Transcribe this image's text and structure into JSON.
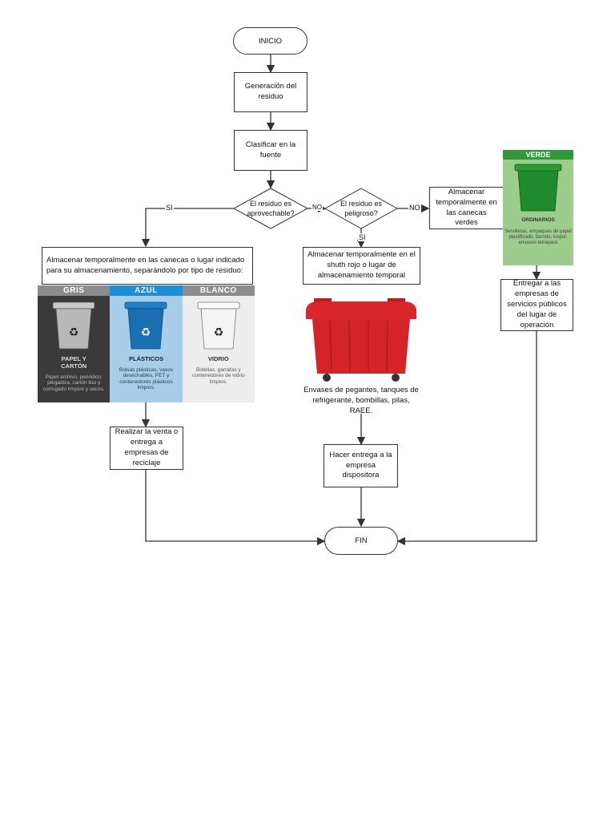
{
  "nodes": {
    "inicio": "INICIO",
    "generacion": "Generación del residuo",
    "clasificar": "Clasificar en la fuente",
    "aprovechable": "El residuo es aprovechable?",
    "peligroso": "El residuo es peligroso?",
    "almacenar_verdes": "Almacenar temporalmente en las canecas verdes",
    "almacenar_separando": "Almacenar temporalmente en las canecas o lugar indicado para su almacenamiento, separándolo por tipo de residuo:",
    "almacenar_shuth": "Almacenar temporalmente en el shuth rojo o lugar de almacenamiento temporal",
    "envases": "Envases de pegantes, tanques de refrigerante, bombillas, pilas, RAEE.",
    "realizar_venta": "Realizar la venta o entrega a empresas de reciclaje",
    "hacer_entrega": "Hacer entrega a la empresa dispositora",
    "entregar_empresas": "Entregar a las empresas de servicios públicos del lugar de operación",
    "fin": "FIN"
  },
  "edges": {
    "si_left": "SI",
    "no_middle": "NO",
    "no_right": "NO",
    "si_down": "SI"
  },
  "bins": [
    {
      "header": "GRIS",
      "name": "PAPEL Y CARTÓN",
      "desc": "Papel archivo, periódico, plegadiza, cartón liso y corrugado limpios y secos.",
      "header_color": "#8c8c8c",
      "bg_color": "#3a3a3a",
      "can_color": "#b8b8b8"
    },
    {
      "header": "AZUL",
      "name": "PLÁSTICOS",
      "desc": "Bolsas plásticas, vasos desechables, PET y contenedores plásticos limpios.",
      "header_color": "#1c8fd6",
      "bg_color": "#a7cde8",
      "can_color": "#1a6fb0"
    },
    {
      "header": "BLANCO",
      "name": "VIDRIO",
      "desc": "Botellas, garrafas y contenedores de vidrio limpios.",
      "header_color": "#8c8c8c",
      "bg_color": "#ededed",
      "can_color": "#f4f4f4"
    }
  ],
  "verde_bin": {
    "header": "VERDE",
    "name": "ORDINARIOS",
    "desc": "Servilletas, empaques de papel plastificado, barrido, icopor, envases tetrapack",
    "can_color": "#1f8a2e"
  },
  "red_bin_color": "#d8262b"
}
